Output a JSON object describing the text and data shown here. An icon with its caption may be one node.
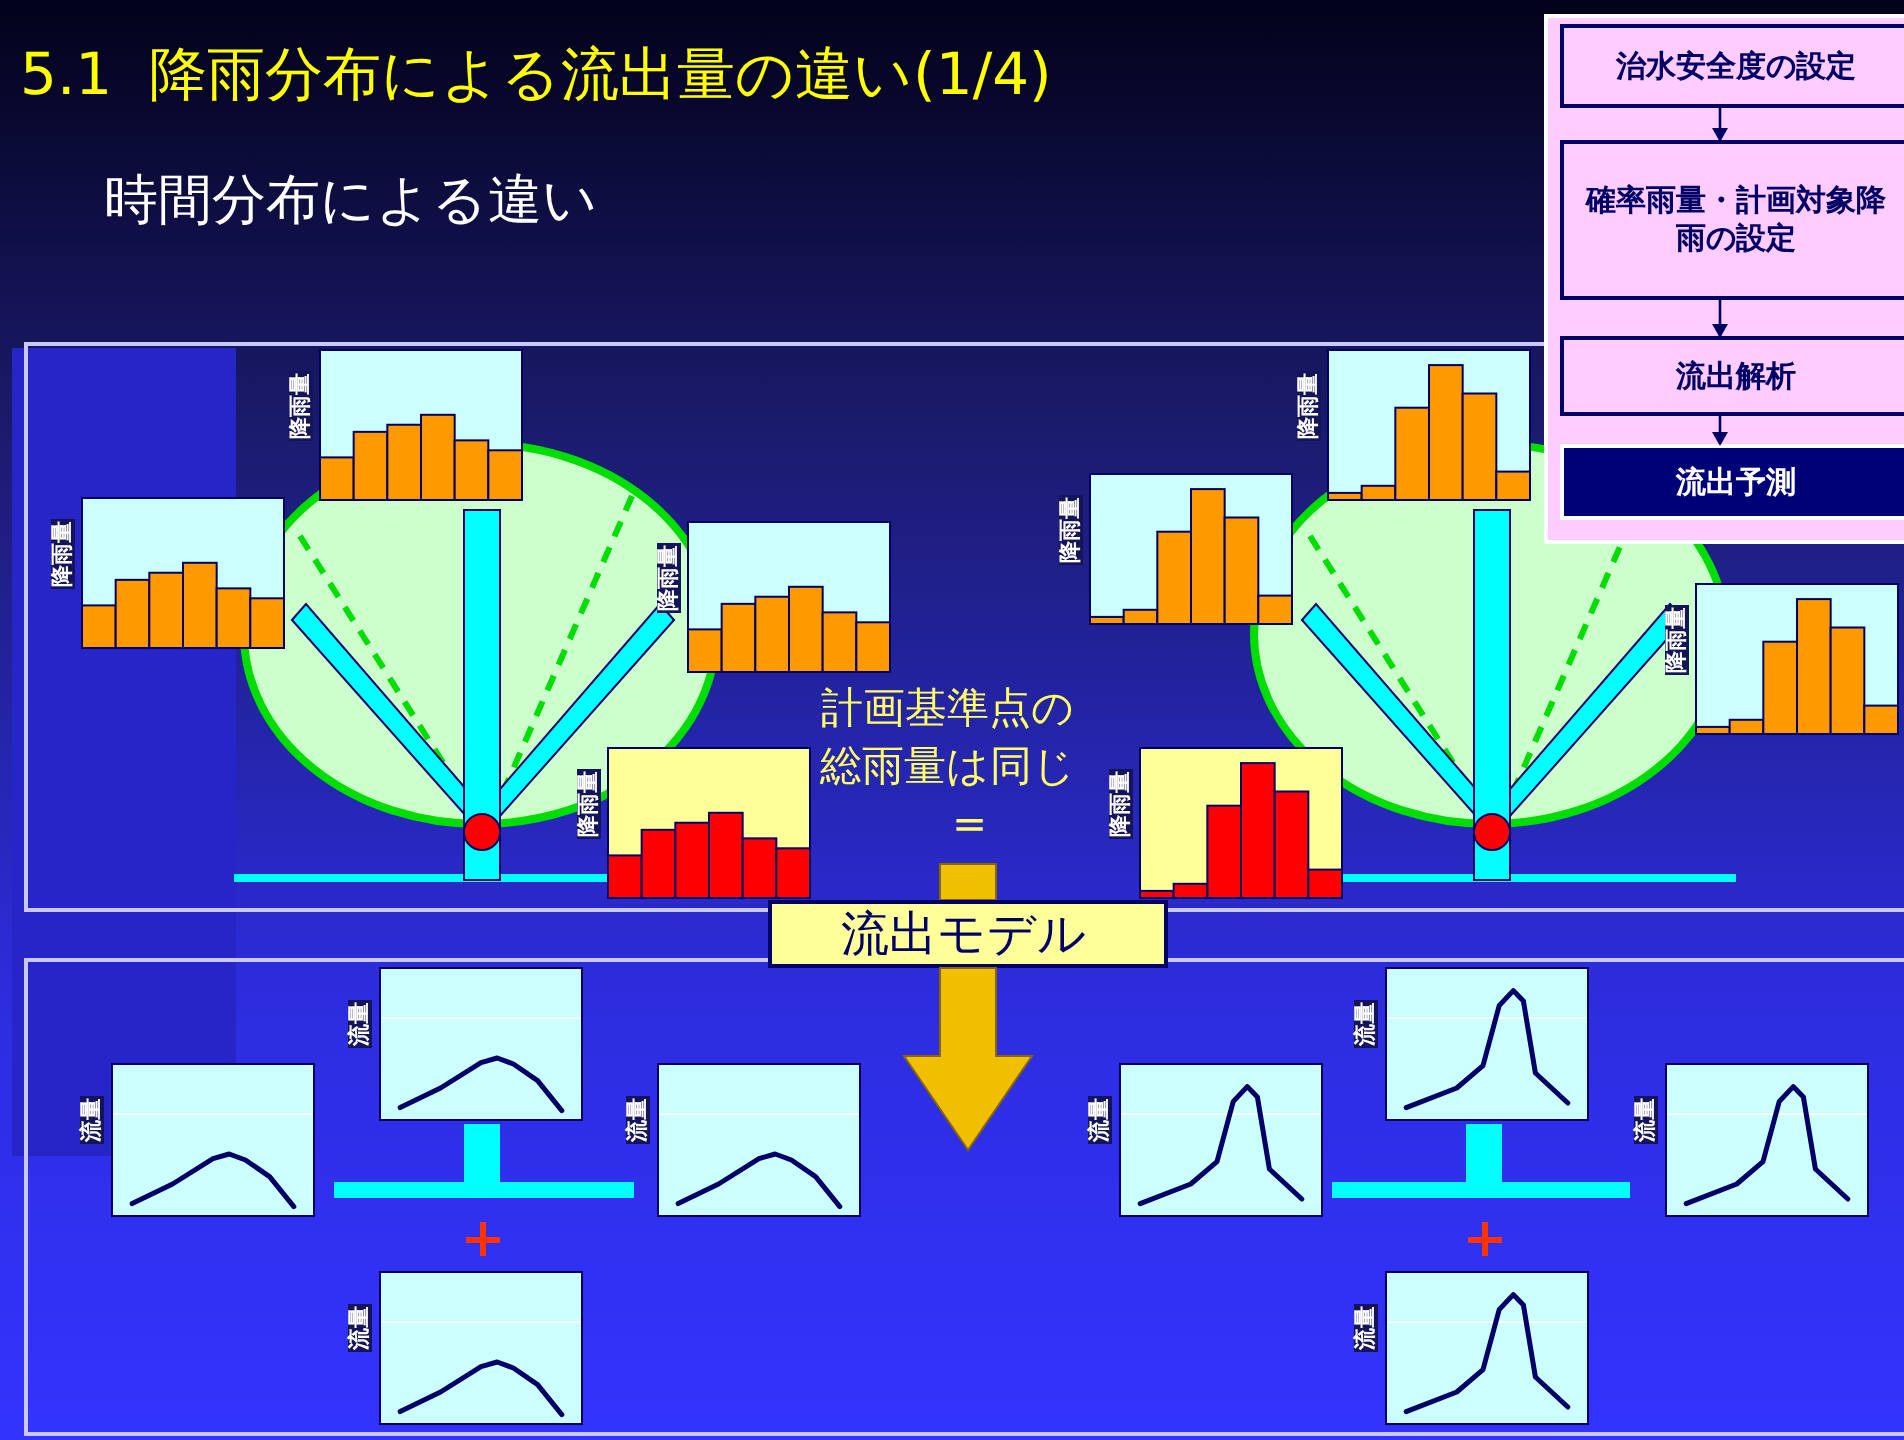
{
  "diagram": {
    "title": "5.1  降雨分布による流出量の違い(1/4)",
    "nodes": [
      {
        "text": [
          "治水安全度の設定"
        ]
      },
      {
        "text": [
          "確率雨量・計画対象降雨の設定"
        ]
      },
      {
        "text": [
          "流出解析"
        ]
      },
      {
        "text": [
          "流出予測"
        ]
      },
      {
        "text": [
          "流出モデル"
        ]
      }
    ],
    "edges": [
      {
        "from": 0,
        "to": 1,
        "arrow": "to"
      },
      {
        "from": 1,
        "to": 2,
        "arrow": "to"
      },
      {
        "from": 2,
        "to": 3,
        "arrow": "to"
      },
      {
        "from": 4,
        "to": null,
        "arrow": "to",
        "style": "thick",
        "color": "#f0c000"
      }
    ],
    "labels": [
      "時間分布による違い",
      "降雨量",
      "降雨量",
      "降雨量",
      "降雨量",
      "降雨量",
      "降雨量",
      "計画基準点の総雨量は同じ",
      "降雨量",
      "降雨量",
      "=",
      "流量",
      "流量",
      "流量",
      "流量",
      "流量",
      "流量",
      "流量",
      "流量"
    ]
  }
}
